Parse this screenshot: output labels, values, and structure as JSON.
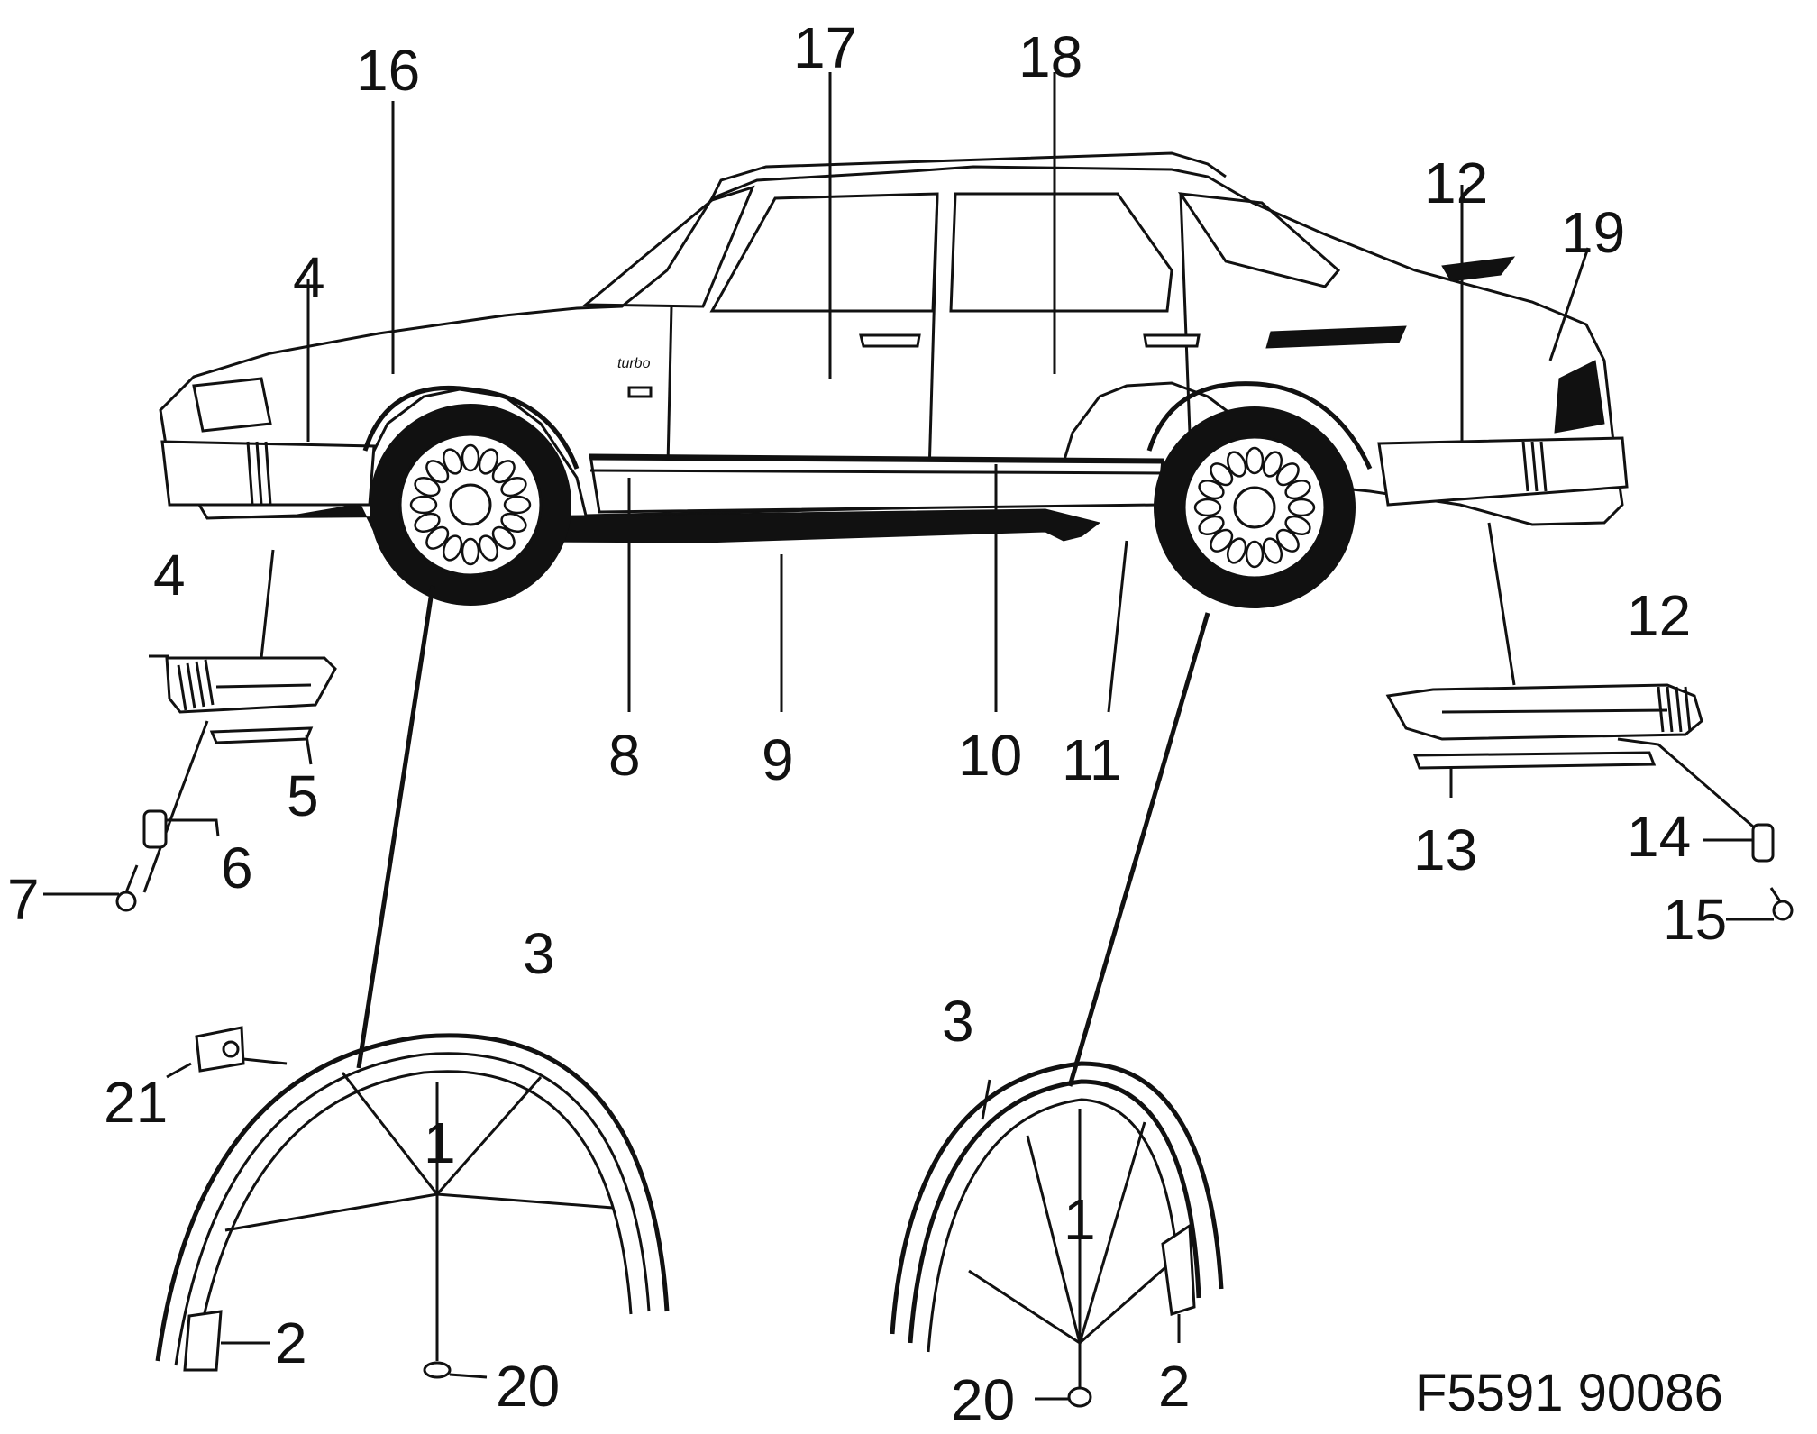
{
  "callouts": {
    "c16": "16",
    "c17": "17",
    "c18": "18",
    "c12a": "12",
    "c19": "19",
    "c4a": "4",
    "c4b": "4",
    "c5": "5",
    "c6": "6",
    "c7": "7",
    "c8": "8",
    "c9": "9",
    "c10": "10",
    "c11": "11",
    "c12b": "12",
    "c13": "13",
    "c14": "14",
    "c15": "15",
    "c3a": "3",
    "c21": "21",
    "c1a": "1",
    "c2a": "2",
    "c20a": "20",
    "c3b": "3",
    "c1b": "1",
    "c20b": "20",
    "c2b": "2"
  },
  "car_badge": "turbo",
  "figure_code": "F5591 90086",
  "colors": {
    "ink": "#111111",
    "paper": "#ffffff"
  }
}
